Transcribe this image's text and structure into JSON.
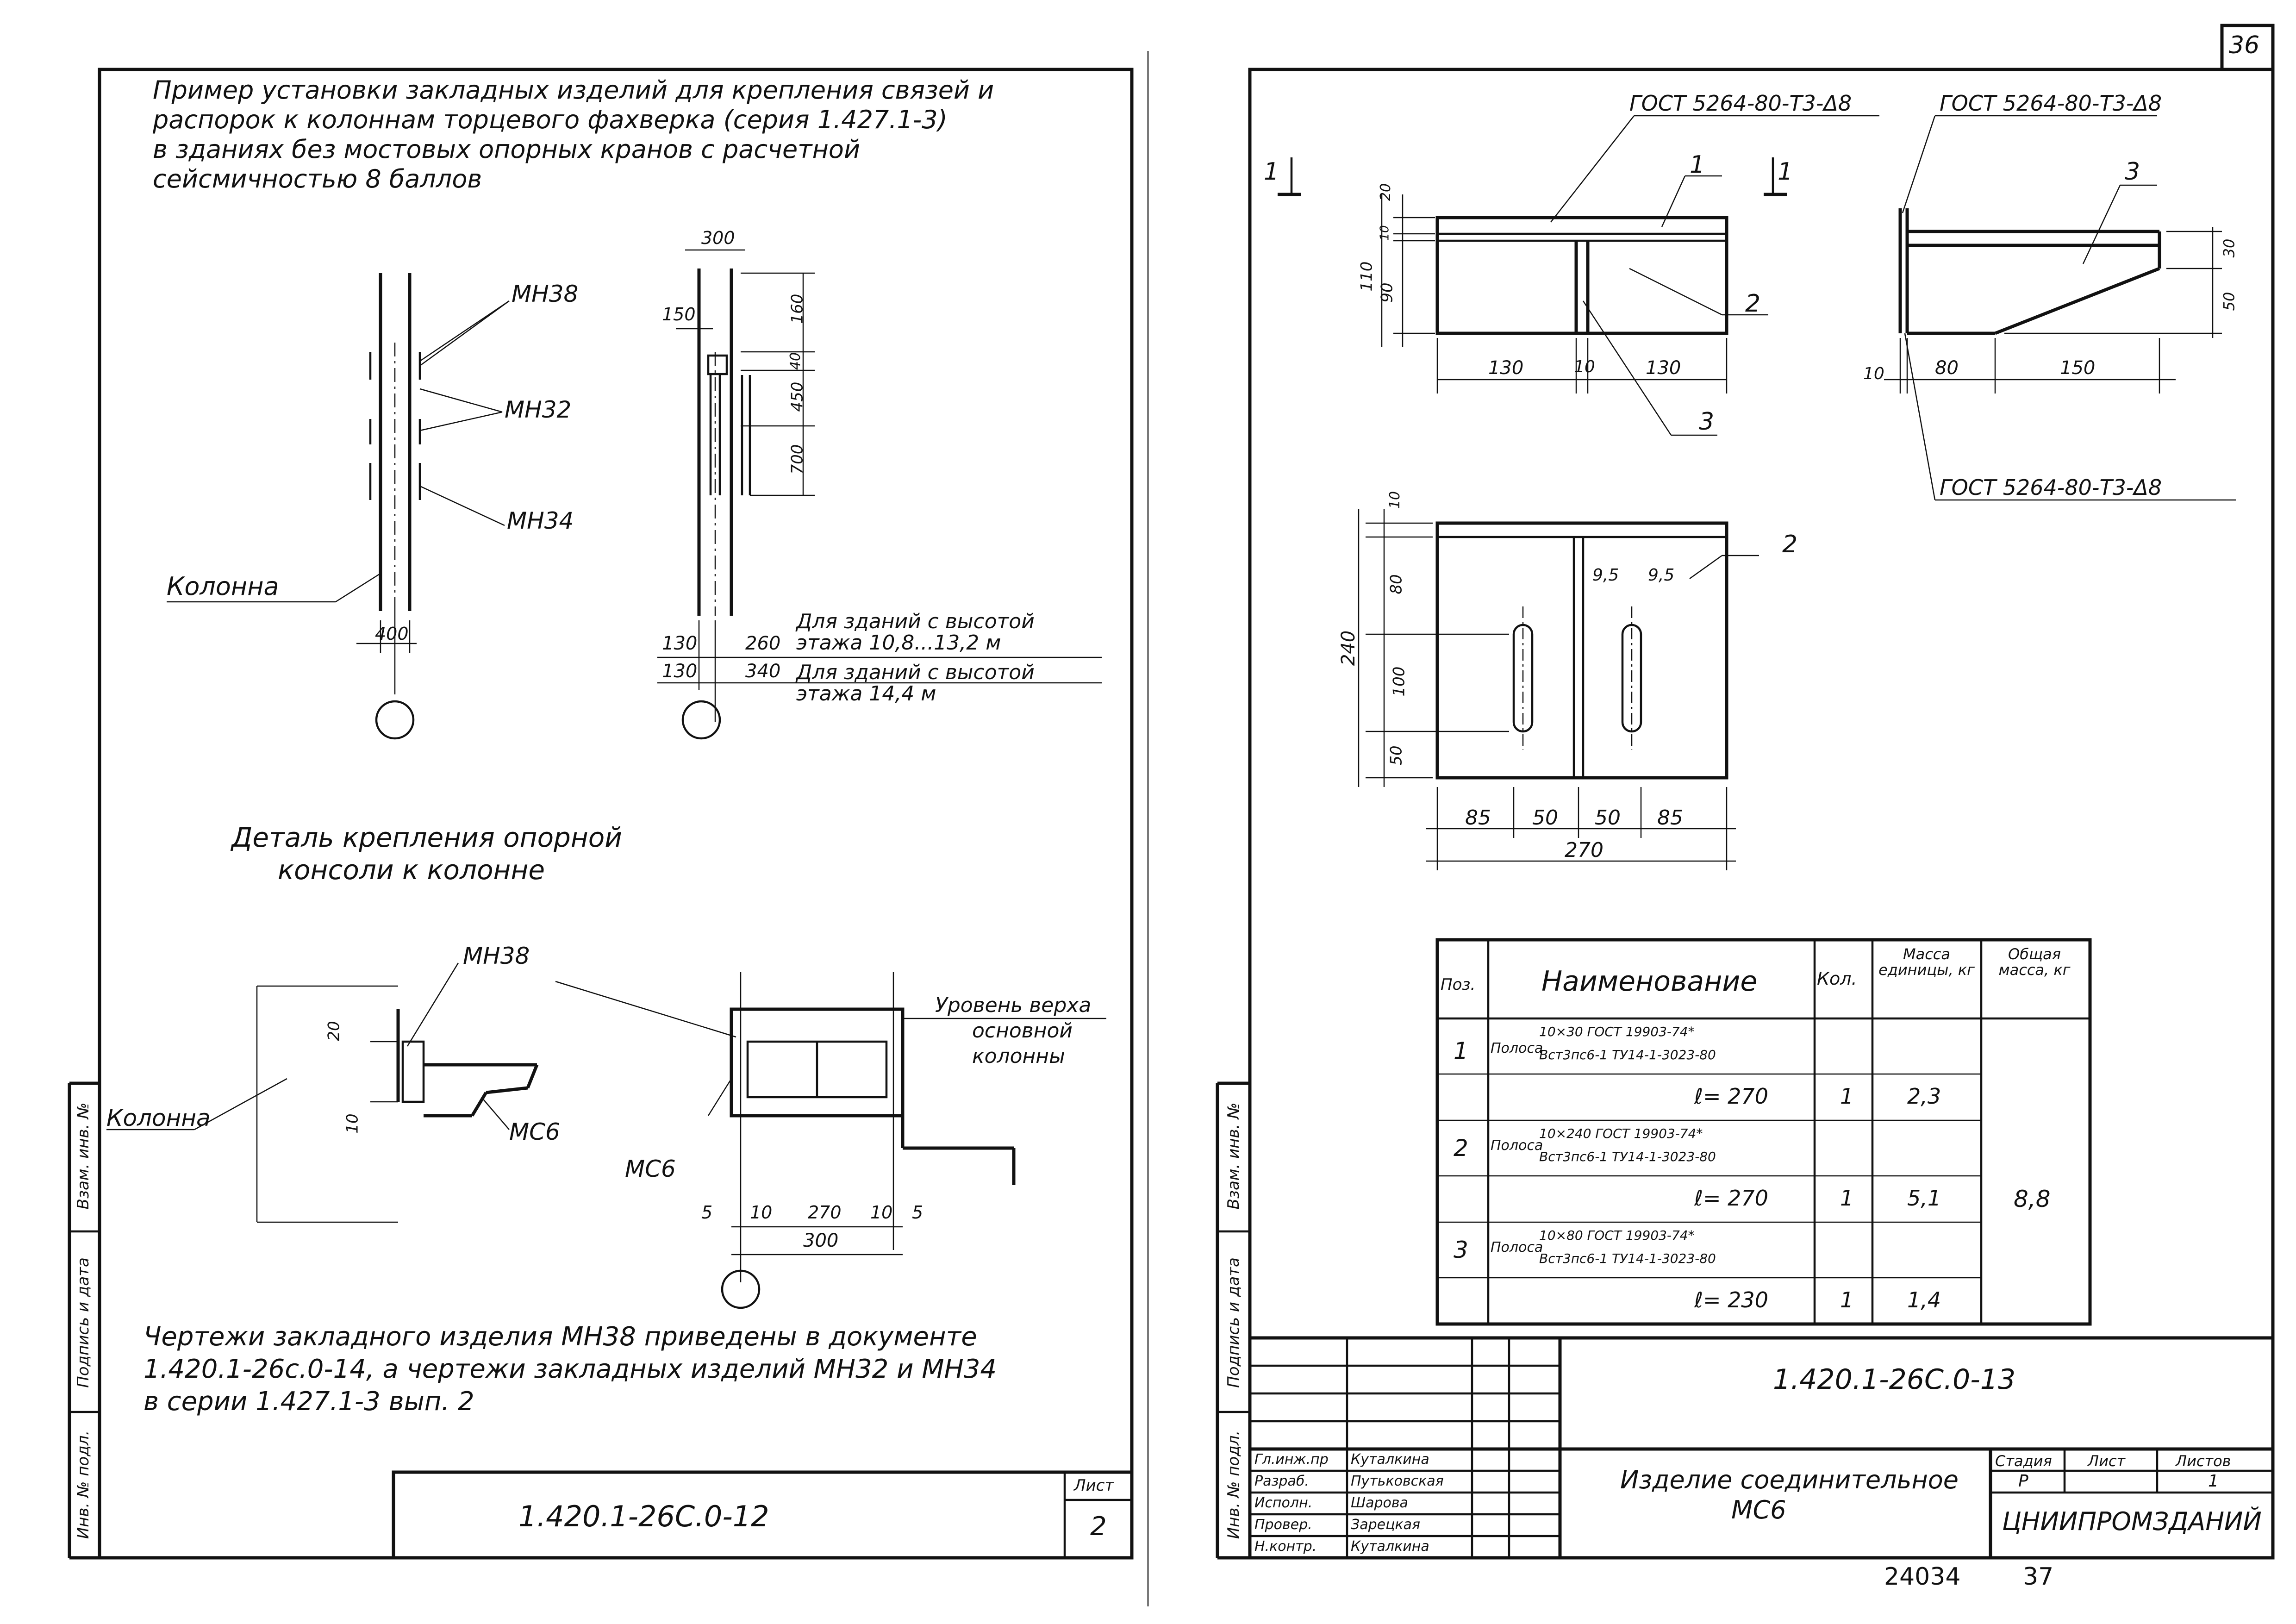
{
  "page_number": "36",
  "left_sheet": {
    "title": "Пример установки закладных изделий для крепления связей и распорок к колоннам торцевого фахверка (серия 1.427.1-3) в зданиях без мостовых опорных кранов с расчетной сейсмичностью 8 баллов",
    "title_lines": [
      "Пример установки закладных изделий для крепления связей и",
      "распорок к колоннам торцевого фахверка (серия 1.427.1-3)",
      "в зданиях без мостовых опорных кранов с расчетной",
      "сейсмичностью 8 баллов"
    ],
    "column_label": "Колонна",
    "items": [
      "МН38",
      "МН32",
      "МН34"
    ],
    "dim_400": "400",
    "dims_right_view": {
      "width": "300",
      "d150": "150",
      "d160": "160",
      "d40": "40",
      "d450": "450",
      "d700": "700"
    },
    "height_notes": [
      {
        "a": "130",
        "b": "260",
        "text": "Для зданий с высотой этажа 10,8...13,2 м"
      },
      {
        "a": "130",
        "b": "340",
        "text": "Для зданий с высотой этажа 14,4 м"
      }
    ],
    "detail_title_1": "Деталь крепления опорной",
    "detail_title_2": "консоли к колонне",
    "detail_mn38": "МН38",
    "detail_column": "Колонна",
    "detail_mc6a": "МС6",
    "detail_mc6b": "МС6",
    "detail_dim_20": "20",
    "detail_dim_10": "10",
    "top_level_1": "Уровень верха",
    "top_level_2": "основной",
    "top_level_3": "колонны",
    "bottom_dims": [
      "5",
      "10",
      "270",
      "10",
      "5"
    ],
    "bottom_total": "300",
    "note_lines": [
      "Чертежи закладного изделия МН38 приведены в документе",
      "1.420.1-26с.0-14, а чертежи закладных изделий МН32 и МН34",
      "в серии 1.427.1-3 вып. 2"
    ],
    "stamp_code": "1.420.1-26С.0-12",
    "sheet_label": "Лист",
    "sheet_no": "2",
    "side_stamp": [
      "Взам. инв. №",
      "Подпись и дата",
      "Инв. № подл."
    ]
  },
  "right_sheet": {
    "gost_top": "ГОСТ 5264-80-Т3-Δ8",
    "gost_side_top": "ГОСТ 5264-80-Т3-Δ8",
    "gost_side_bottom": "ГОСТ 5264-80-Т3-Δ8",
    "section_mark": "1",
    "callouts": [
      "1",
      "2",
      "3",
      "3",
      "2"
    ],
    "front_dims": {
      "h110": "110",
      "h90": "90",
      "h10": "10",
      "h20": "20",
      "w130a": "130",
      "w10": "10",
      "w130b": "130"
    },
    "side_dims": {
      "d10": "10",
      "d80": "80",
      "d150": "150",
      "d30": "30",
      "d50": "50"
    },
    "plate_dims": {
      "v10": "10",
      "v80": "80",
      "v100": "100",
      "v50": "50",
      "vtotal": "240",
      "h85a": "85",
      "h50a": "50",
      "h50b": "50",
      "h85b": "85",
      "htotal": "270",
      "slot_a": "9,5",
      "slot_b": "9,5"
    },
    "spec": {
      "headers": [
        "Поз.",
        "Наименование",
        "Кол.",
        "Масса единицы, кг",
        "Общая масса, кг"
      ],
      "rows": [
        {
          "pos": "1",
          "name": "Полоса",
          "spec_top": "10×30 ГОСТ 19903-74*",
          "spec_bottom": "Вст3пс6-1 ТУ14-1-3023-80",
          "length": "ℓ= 270",
          "qty": "1",
          "mass": "2,3"
        },
        {
          "pos": "2",
          "name": "Полоса",
          "spec_top": "10×240 ГОСТ 19903-74*",
          "spec_bottom": "Вст3пс6-1 ТУ14-1-3023-80",
          "length": "ℓ= 270",
          "qty": "1",
          "mass": "5,1"
        },
        {
          "pos": "3",
          "name": "Полоса",
          "spec_top": "10×80 ГОСТ 19903-74*",
          "spec_bottom": "Вст3пс6-1 ТУ14-1-3023-80",
          "length": "ℓ= 230",
          "qty": "1",
          "mass": "1,4"
        }
      ],
      "total": "8,8"
    },
    "title_block": {
      "doc_code": "1.420.1-26С.0-13",
      "item_name_1": "Изделие соединительное",
      "item_name_2": "МС6",
      "stage_label": "Стадия",
      "sheet_label": "Лист",
      "sheets_label": "Листов",
      "stage": "Р",
      "sheets": "1",
      "org": "ЦНИИПРОМЗДАНИЙ",
      "people": [
        {
          "role": "Гл.инж.пр",
          "name": "Куталкина"
        },
        {
          "role": "Разраб.",
          "name": "Путьковская"
        },
        {
          "role": "Исполн.",
          "name": "Шарова"
        },
        {
          "role": "Провер.",
          "name": "Зарецкая"
        },
        {
          "role": "Н.контр.",
          "name": "Куталкина"
        }
      ]
    },
    "side_stamp": [
      "Взам. инв. №",
      "Подпись и дата",
      "Инв. № подл."
    ],
    "footer_number": "24034",
    "footer_page": "37"
  }
}
